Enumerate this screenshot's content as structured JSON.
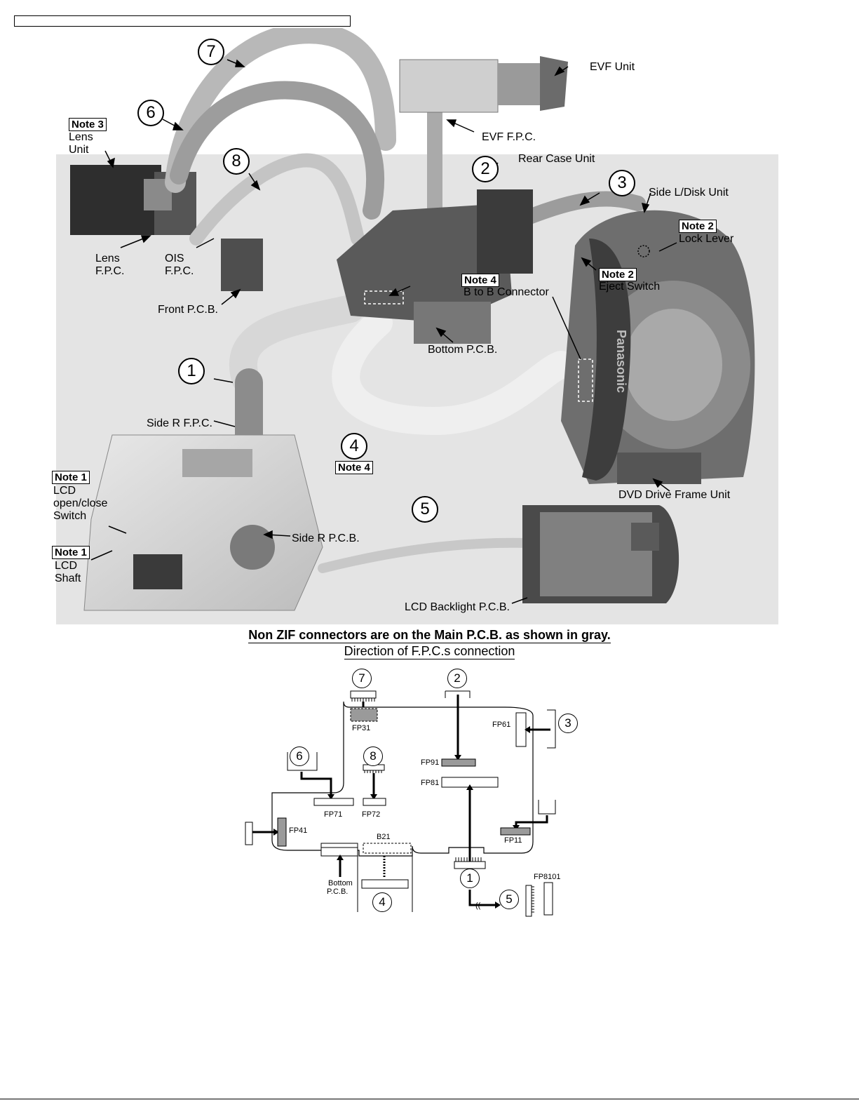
{
  "photo_labels": {
    "evf_unit": "EVF Unit",
    "evf_fpc": "EVF F.P.C.",
    "rear_case_unit": "Rear Case Unit",
    "side_l_disk_unit": "Side L/Disk Unit",
    "lens_unit_line1": "Lens",
    "lens_unit_line2": "Unit",
    "lens_fpc_line1": "Lens",
    "lens_fpc_line2": "F.P.C.",
    "ois_fpc_line1": "OIS",
    "ois_fpc_line2": "F.P.C.",
    "front_pcb": "Front P.C.B.",
    "lock_lever": "Lock Lever",
    "eject_switch": "Eject Switch",
    "b_to_b_connector": "B to B Connector",
    "bottom_pcb": "Bottom P.C.B.",
    "side_r_fpc": "Side R F.P.C.",
    "lcd_switch_line1": "LCD",
    "lcd_switch_line2": "open/close",
    "lcd_switch_line3": "Switch",
    "lcd_shaft_line1": "LCD",
    "lcd_shaft_line2": "Shaft",
    "side_r_pcb": "Side R P.C.B.",
    "dvd_drive_frame_unit": "DVD Drive Frame Unit",
    "lcd_backlight_pcb": "LCD Backlight P.C.B.",
    "brand_print": "Panasonic"
  },
  "notes": {
    "note1": "Note 1",
    "note2": "Note 2",
    "note3": "Note 3",
    "note4": "Note 4"
  },
  "numbers": {
    "n1": "1",
    "n2": "2",
    "n3": "3",
    "n4": "4",
    "n5": "5",
    "n6": "6",
    "n7": "7",
    "n8": "8"
  },
  "headings": {
    "non_zif": "Non ZIF connectors are on the Main P.C.B. as shown in gray.",
    "direction": "Direction of F.P.C.s connection"
  },
  "diagram": {
    "fp31": "FP31",
    "fp61": "FP61",
    "fp91": "FP91",
    "fp81": "FP81",
    "fp71": "FP71",
    "fp72": "FP72",
    "fp41": "FP41",
    "fp11": "FP11",
    "b21": "B21",
    "bottom_pcb_line1": "Bottom",
    "bottom_pcb_line2": "P.C.B.",
    "fp8101": "FP8101"
  },
  "colors": {
    "gray_connector": "#9a9a9a",
    "photo_background": "#dcdcdc",
    "line": "#000000"
  }
}
